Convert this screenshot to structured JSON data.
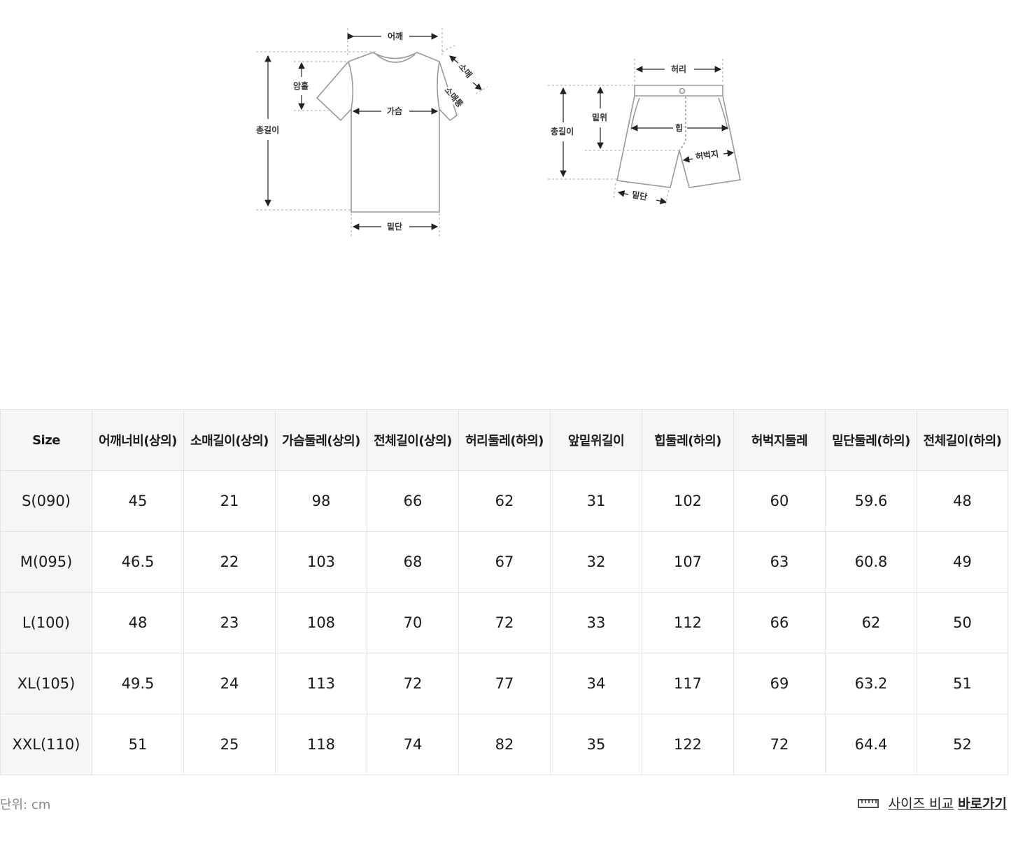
{
  "diagram": {
    "top_labels": {
      "shoulder": "어깨",
      "armhole": "암홀",
      "sleeve": "소매",
      "sleeve_width": "소매통",
      "chest": "가슴",
      "total_length": "총길이",
      "hem": "밑단"
    },
    "bottom_labels": {
      "waist": "허리",
      "rise": "밑위",
      "total_length": "총길이",
      "hip": "힙",
      "thigh": "허벅지",
      "hem": "밑단"
    }
  },
  "table": {
    "headers": [
      "Size",
      "어깨너비(상의)",
      "소매길이(상의)",
      "가슴둘레(상의)",
      "전체길이(상의)",
      "허리둘레(하의)",
      "앞밑위길이",
      "힙둘레(하의)",
      "허벅지둘레",
      "밑단둘레(하의)",
      "전체길이(하의)"
    ],
    "rows": [
      {
        "size": "S(090)",
        "values": [
          "45",
          "21",
          "98",
          "66",
          "62",
          "31",
          "102",
          "60",
          "59.6",
          "48"
        ]
      },
      {
        "size": "M(095)",
        "values": [
          "46.5",
          "22",
          "103",
          "68",
          "67",
          "32",
          "107",
          "63",
          "60.8",
          "49"
        ]
      },
      {
        "size": "L(100)",
        "values": [
          "48",
          "23",
          "108",
          "70",
          "72",
          "33",
          "112",
          "66",
          "62",
          "50"
        ]
      },
      {
        "size": "XL(105)",
        "values": [
          "49.5",
          "24",
          "113",
          "72",
          "77",
          "34",
          "117",
          "69",
          "63.2",
          "51"
        ]
      },
      {
        "size": "XXL(110)",
        "values": [
          "51",
          "25",
          "118",
          "74",
          "82",
          "35",
          "122",
          "72",
          "64.4",
          "52"
        ]
      }
    ]
  },
  "footer": {
    "unit": "단위: cm",
    "compare_label": "사이즈 비교",
    "compare_link": "바로가기",
    "icon": "ruler-icon"
  }
}
